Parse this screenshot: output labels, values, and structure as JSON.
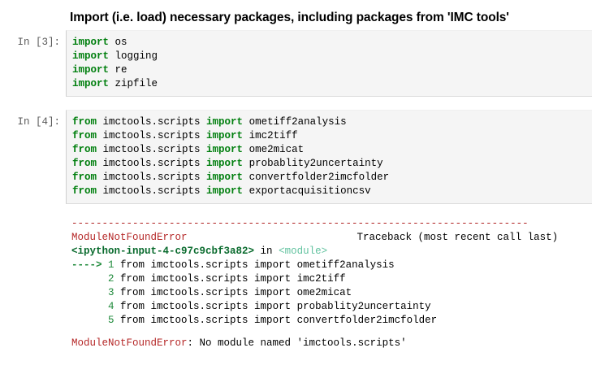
{
  "notebook": {
    "markdown_heading": "Import (i.e. load) necessary packages, including packages from 'IMC tools'",
    "cells": [
      {
        "prompt": "In [3]:",
        "lines": [
          {
            "keyword": "import",
            "rest": " os"
          },
          {
            "keyword": "import",
            "rest": " logging"
          },
          {
            "keyword": "import",
            "rest": " re"
          },
          {
            "keyword": "import",
            "rest": " zipfile"
          }
        ]
      },
      {
        "prompt": "In [4]:",
        "lines": [
          {
            "keyword": "from",
            "mid": " imctools.scripts ",
            "keyword2": "import",
            "rest": " ometiff2analysis"
          },
          {
            "keyword": "from",
            "mid": " imctools.scripts ",
            "keyword2": "import",
            "rest": " imc2tiff"
          },
          {
            "keyword": "from",
            "mid": " imctools.scripts ",
            "keyword2": "import",
            "rest": " ome2micat"
          },
          {
            "keyword": "from",
            "mid": " imctools.scripts ",
            "keyword2": "import",
            "rest": " probablity2uncertainty"
          },
          {
            "keyword": "from",
            "mid": " imctools.scripts ",
            "keyword2": "import",
            "rest": " convertfolder2imcfolder"
          },
          {
            "keyword": "from",
            "mid": " imctools.scripts ",
            "keyword2": "import",
            "rest": " exportacquisitioncsv"
          }
        ]
      }
    ],
    "traceback": {
      "separator": "---------------------------------------------------------------------------",
      "error_name": "ModuleNotFoundError",
      "header_right": "Traceback (most recent call last)",
      "file_ref": "<ipython-input-4-c97c9cbf3a82>",
      "in_word": " in ",
      "scope": "<module>",
      "frames": [
        {
          "marker": "----> ",
          "lineno": "1",
          "code": " from imctools.scripts import ometiff2analysis"
        },
        {
          "marker": "      ",
          "lineno": "2",
          "code": " from imctools.scripts import imc2tiff"
        },
        {
          "marker": "      ",
          "lineno": "3",
          "code": " from imctools.scripts import ome2micat"
        },
        {
          "marker": "      ",
          "lineno": "4",
          "code": " from imctools.scripts import probablity2uncertainty"
        },
        {
          "marker": "      ",
          "lineno": "5",
          "code": " from imctools.scripts import convertfolder2imcfolder"
        }
      ],
      "final_error_name": "ModuleNotFoundError",
      "final_error_message": ": No module named 'imctools.scripts'"
    }
  }
}
